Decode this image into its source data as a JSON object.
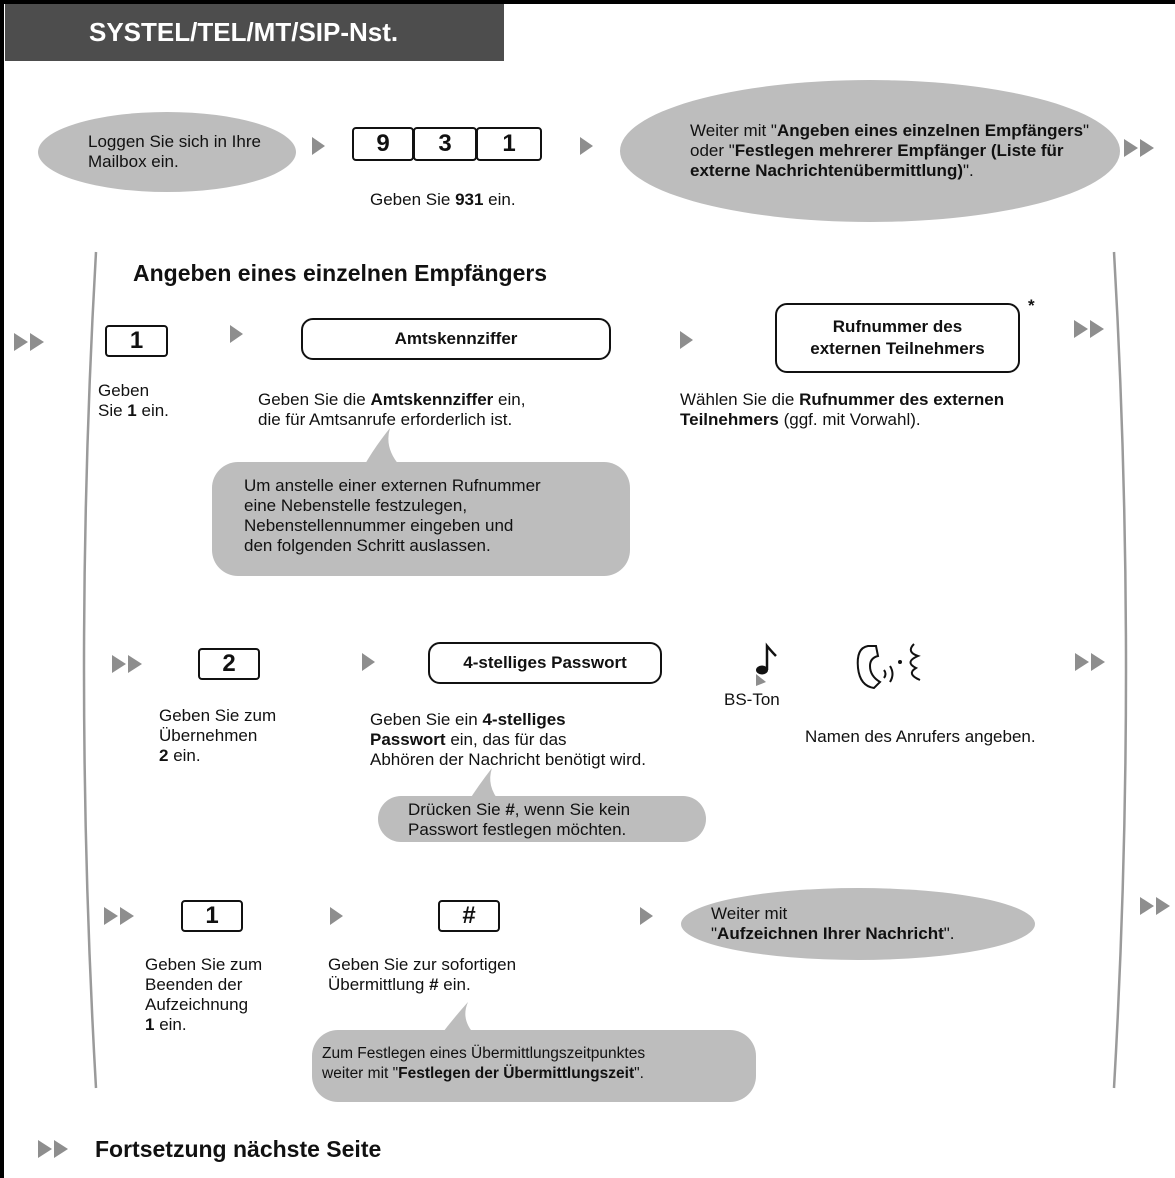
{
  "header": {
    "title": "SYSTEL/TEL/MT/SIP-Nst."
  },
  "top_row": {
    "login_oval": "Loggen Sie sich in Ihre Mailbox ein.",
    "keys": [
      "9",
      "3",
      "1"
    ],
    "keys_caption_pre": "Geben Sie ",
    "keys_caption_bold": "931",
    "keys_caption_post": " ein.",
    "continue_pre": "Weiter mit \"",
    "continue_bold1": "Angeben eines einzelnen Empfängers",
    "continue_mid": "\" oder \"",
    "continue_bold2": "Festlegen mehrerer Empfänger (Liste für externe Nachrichtenübermittlung)",
    "continue_post": "\"."
  },
  "section": {
    "title": "Angeben eines einzelnen Empfängers"
  },
  "row1": {
    "key": "1",
    "caption_l1": "Geben",
    "caption_l2_pre": "Sie ",
    "caption_l2_bold": "1",
    "caption_l2_post": " ein.",
    "trunk_box": "Amtskennziffer",
    "trunk_caption_pre": "Geben Sie die ",
    "trunk_caption_bold": "Amtskennziffer",
    "trunk_caption_post": " ein,",
    "trunk_caption_l2": "die für Amtsanrufe erforderlich ist.",
    "ext_box_l1": "Rufnummer des",
    "ext_box_l2": "externen Teilnehmers",
    "asterisk": "*",
    "ext_caption_pre": "Wählen Sie die ",
    "ext_caption_bold1": "Rufnummer des externen",
    "ext_caption_bold2": "Teilnehmers",
    "ext_caption_post": " (ggf. mit Vorwahl).",
    "bubble_l1": "Um anstelle einer externen Rufnummer",
    "bubble_l2": "eine Nebenstelle festzulegen,",
    "bubble_l3": "Nebenstellennummer eingeben und",
    "bubble_l4": "den folgenden Schritt auslassen."
  },
  "row2": {
    "key": "2",
    "caption_l1": "Geben Sie zum",
    "caption_l2": "Übernehmen",
    "caption_l3_bold": "2",
    "caption_l3_post": " ein.",
    "pw_box": "4-stelliges Passwort",
    "pw_caption_pre": "Geben Sie ein ",
    "pw_caption_bold1": "4-stelliges",
    "pw_caption_bold2": "Passwort",
    "pw_caption_post": " ein, das für das",
    "pw_caption_l3": "Abhören der Nachricht benötigt wird.",
    "tone_label": "BS-Ton",
    "name_caption": "Namen des Anrufers angeben.",
    "bubble_pre": "Drücken Sie ",
    "bubble_bold": "#",
    "bubble_post": ", wenn Sie kein",
    "bubble_l2": "Passwort festlegen möchten."
  },
  "row3": {
    "key": "1",
    "caption_l1": "Geben Sie zum",
    "caption_l2": "Beenden der",
    "caption_l3": "Aufzeichnung",
    "caption_l4_bold": "1",
    "caption_l4_post": " ein.",
    "hash_key": "#",
    "hash_caption_l1": "Geben Sie zur sofortigen",
    "hash_caption_l2_pre": "Übermittlung ",
    "hash_caption_l2_bold": "#",
    "hash_caption_l2_post": " ein.",
    "continue_l1": "Weiter mit",
    "continue_l2_pre": "\"",
    "continue_l2_bold": "Aufzeichnen Ihrer Nachricht",
    "continue_l2_post": "\".",
    "bubble_l1": "Zum Festlegen eines Übermittlungszeitpunktes",
    "bubble_l2_pre": "weiter mit \"",
    "bubble_l2_bold": "Festlegen der Übermittlungszeit",
    "bubble_l2_post": "\"."
  },
  "footer": {
    "text": "Fortsetzung nächste Seite"
  }
}
